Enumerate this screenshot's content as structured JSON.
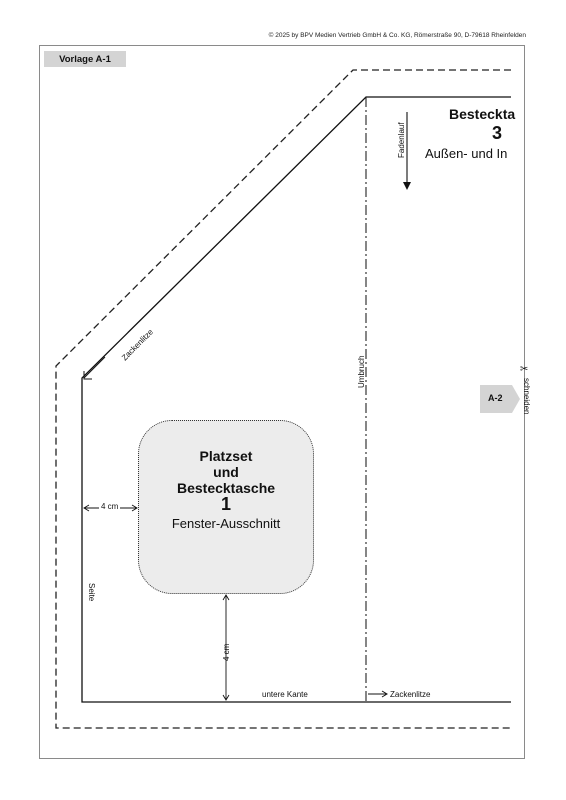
{
  "header": {
    "copyright": "© 2025 by BPV Medien Vertrieb GmbH & Co. KG, Römerstraße 90, D-79618 Rheinfelden",
    "template_tag": "Vorlage A-1"
  },
  "piece1": {
    "title": "Platzset\nund\nBestecktasche",
    "number": "1",
    "subtitle": "Fenster-Ausschnitt"
  },
  "piece3": {
    "title": "Besteckta",
    "number": "3",
    "subtitle": "Außen- und In"
  },
  "labels": {
    "zackenlitze_top": "Zackenlitze",
    "zackenlitze_bottom": "Zackenlitze",
    "fadenlauf": "Fadenlauf",
    "umbruch": "Umbruch",
    "seite": "Seite",
    "untere_kante": "untere Kante",
    "dist_left": "4 cm",
    "dist_bottom": "4 cm",
    "schneiden": "schneiden",
    "next_page": "A-2"
  },
  "icons": {
    "scissors": "scissors-icon"
  }
}
